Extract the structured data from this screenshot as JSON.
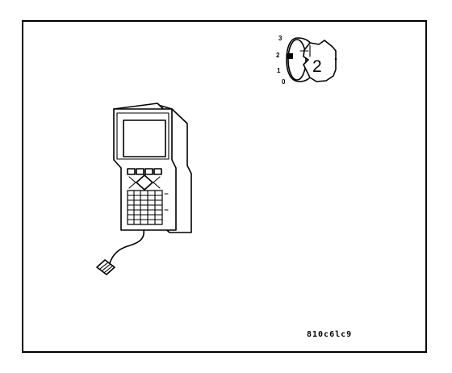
{
  "ignition_switch": {
    "position_labels": [
      "3",
      "2",
      "1",
      "0"
    ],
    "key_number": "2"
  },
  "figure_code": "810c6lc9"
}
